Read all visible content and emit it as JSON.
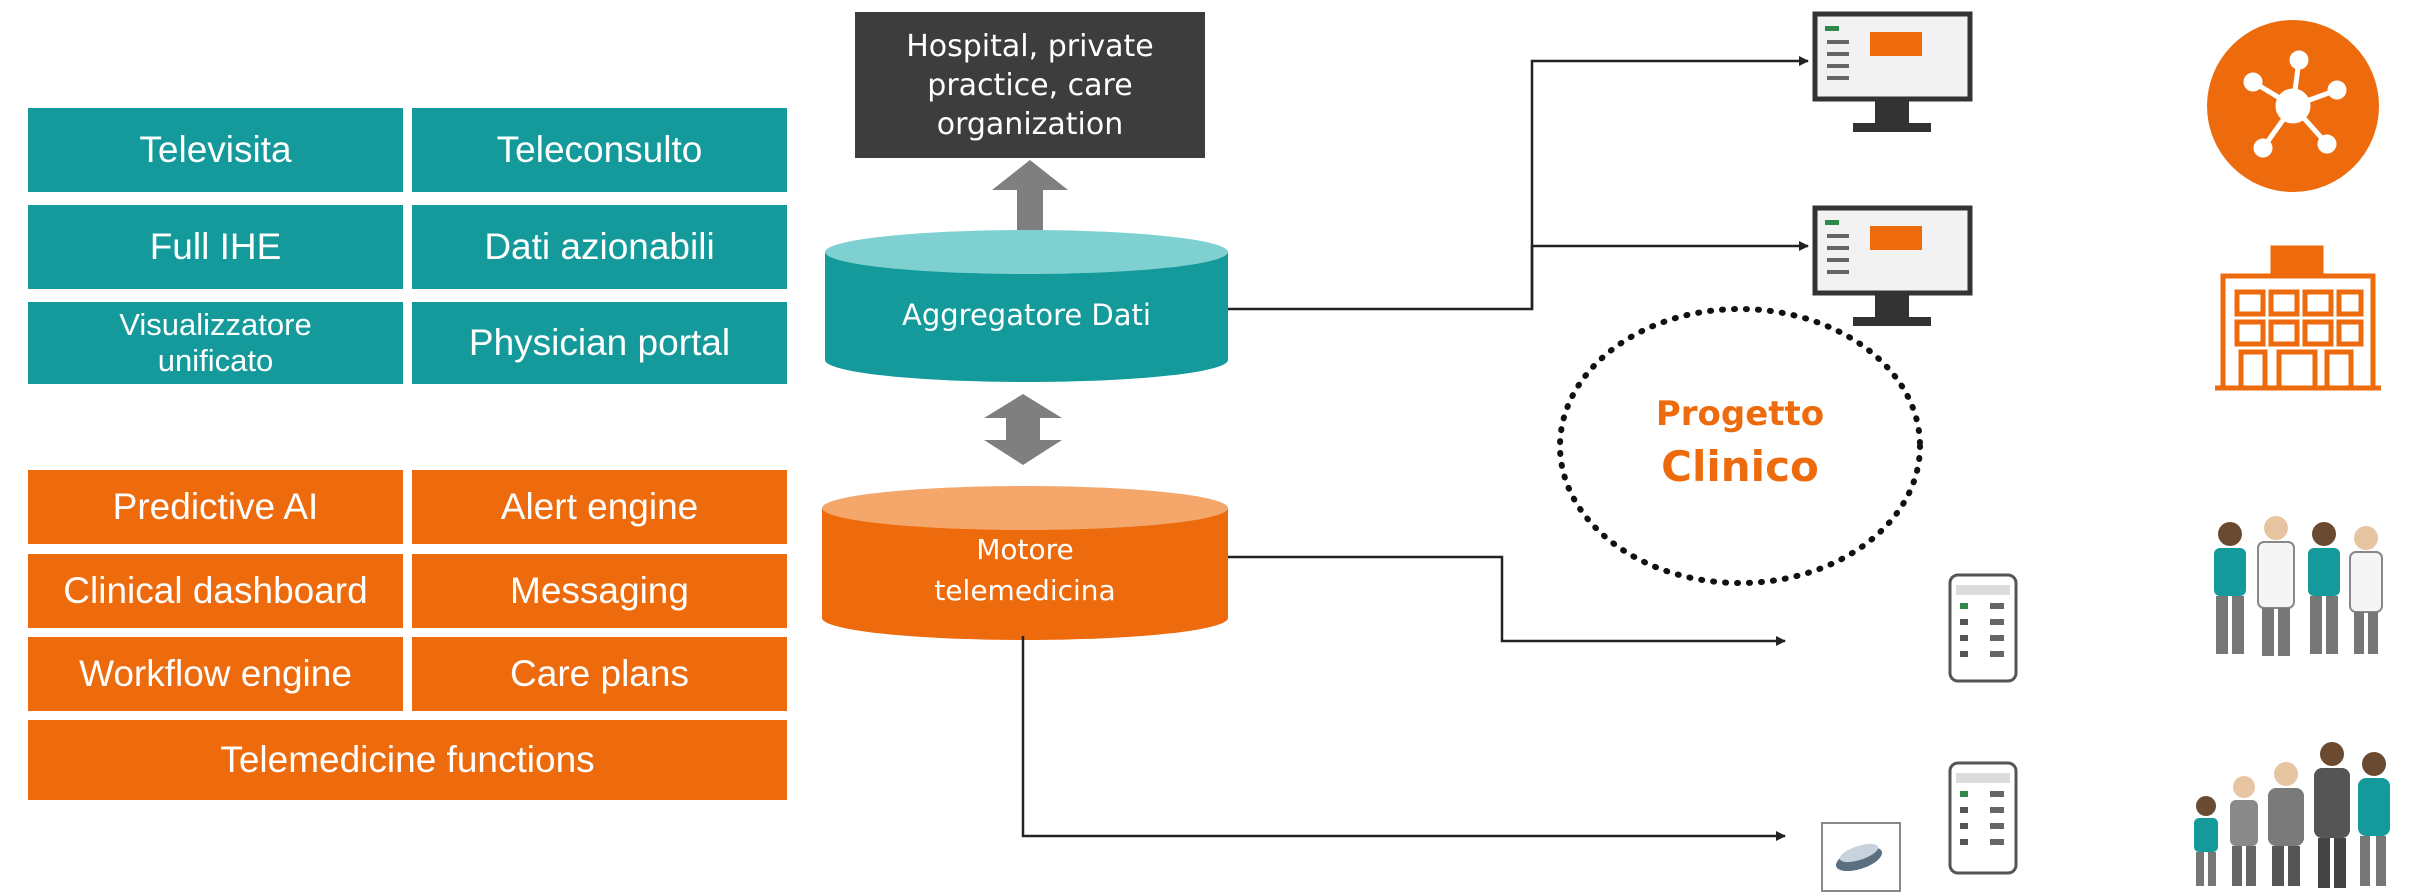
{
  "capabilities": {
    "teal": [
      "Televisita",
      "Teleconsulto",
      "Full IHE",
      "Dati azionabili",
      "Visualizzatore unificato",
      "Physician portal"
    ],
    "orange": [
      "Predictive AI",
      "Alert engine",
      "Clinical dashboard",
      "Messaging",
      "Workflow engine",
      "Care plans"
    ],
    "functions": "Telemedicine functions"
  },
  "hospital": "Hospital, private practice, care organization",
  "aggregator": "Aggregatore Dati",
  "engine": {
    "line1": "Motore",
    "line2": "telemedicina"
  },
  "project": {
    "line1": "Progetto",
    "line2": "Clinico"
  },
  "colors": {
    "teal": "#159a9c",
    "orange": "#ed6b0c",
    "dark": "#3d3d3d",
    "connector": "#222222",
    "double_arrow": "#7f7f7f"
  },
  "icons": [
    "desktop-monitor-icon",
    "desktop-monitor-icon",
    "network-hub-icon",
    "hospital-building-icon",
    "clinical-staff-icon",
    "family-patients-icon",
    "mobile-app-icon",
    "mobile-app-icon",
    "pulse-oximeter-icon"
  ]
}
